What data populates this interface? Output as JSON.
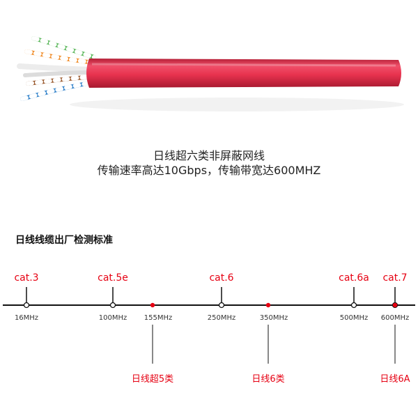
{
  "captions": {
    "line1": "日线超六类非屏蔽网线",
    "line2": "传输速率高达10Gbps，传输带宽达600MHZ"
  },
  "section_title": "日线线缆出厂检测标准",
  "colors": {
    "jacket": "#e8334f",
    "accent_red": "#e60012",
    "axis": "#111111",
    "label_dark": "#333333"
  },
  "timeline": {
    "standards": [
      {
        "name": "cat.3",
        "freq_label": "16MHz",
        "freq_mhz": 16
      },
      {
        "name": "cat.5e",
        "freq_label": "100MHz",
        "freq_mhz": 100
      },
      {
        "name": "cat.6",
        "freq_label": "250MHz",
        "freq_mhz": 250
      },
      {
        "name": "cat.6a",
        "freq_label": "500MHz",
        "freq_mhz": 500
      },
      {
        "name": "cat.7",
        "freq_label": "600MHz",
        "freq_mhz": 600,
        "highlight": true
      }
    ],
    "products": [
      {
        "name": "日线超5类",
        "freq_label": "155MHz",
        "freq_mhz": 155
      },
      {
        "name": "日线6类",
        "freq_label": "350MHz",
        "freq_mhz": 350
      },
      {
        "name": "日线6A",
        "freq_label": "600MHz",
        "freq_mhz": 600
      }
    ]
  }
}
